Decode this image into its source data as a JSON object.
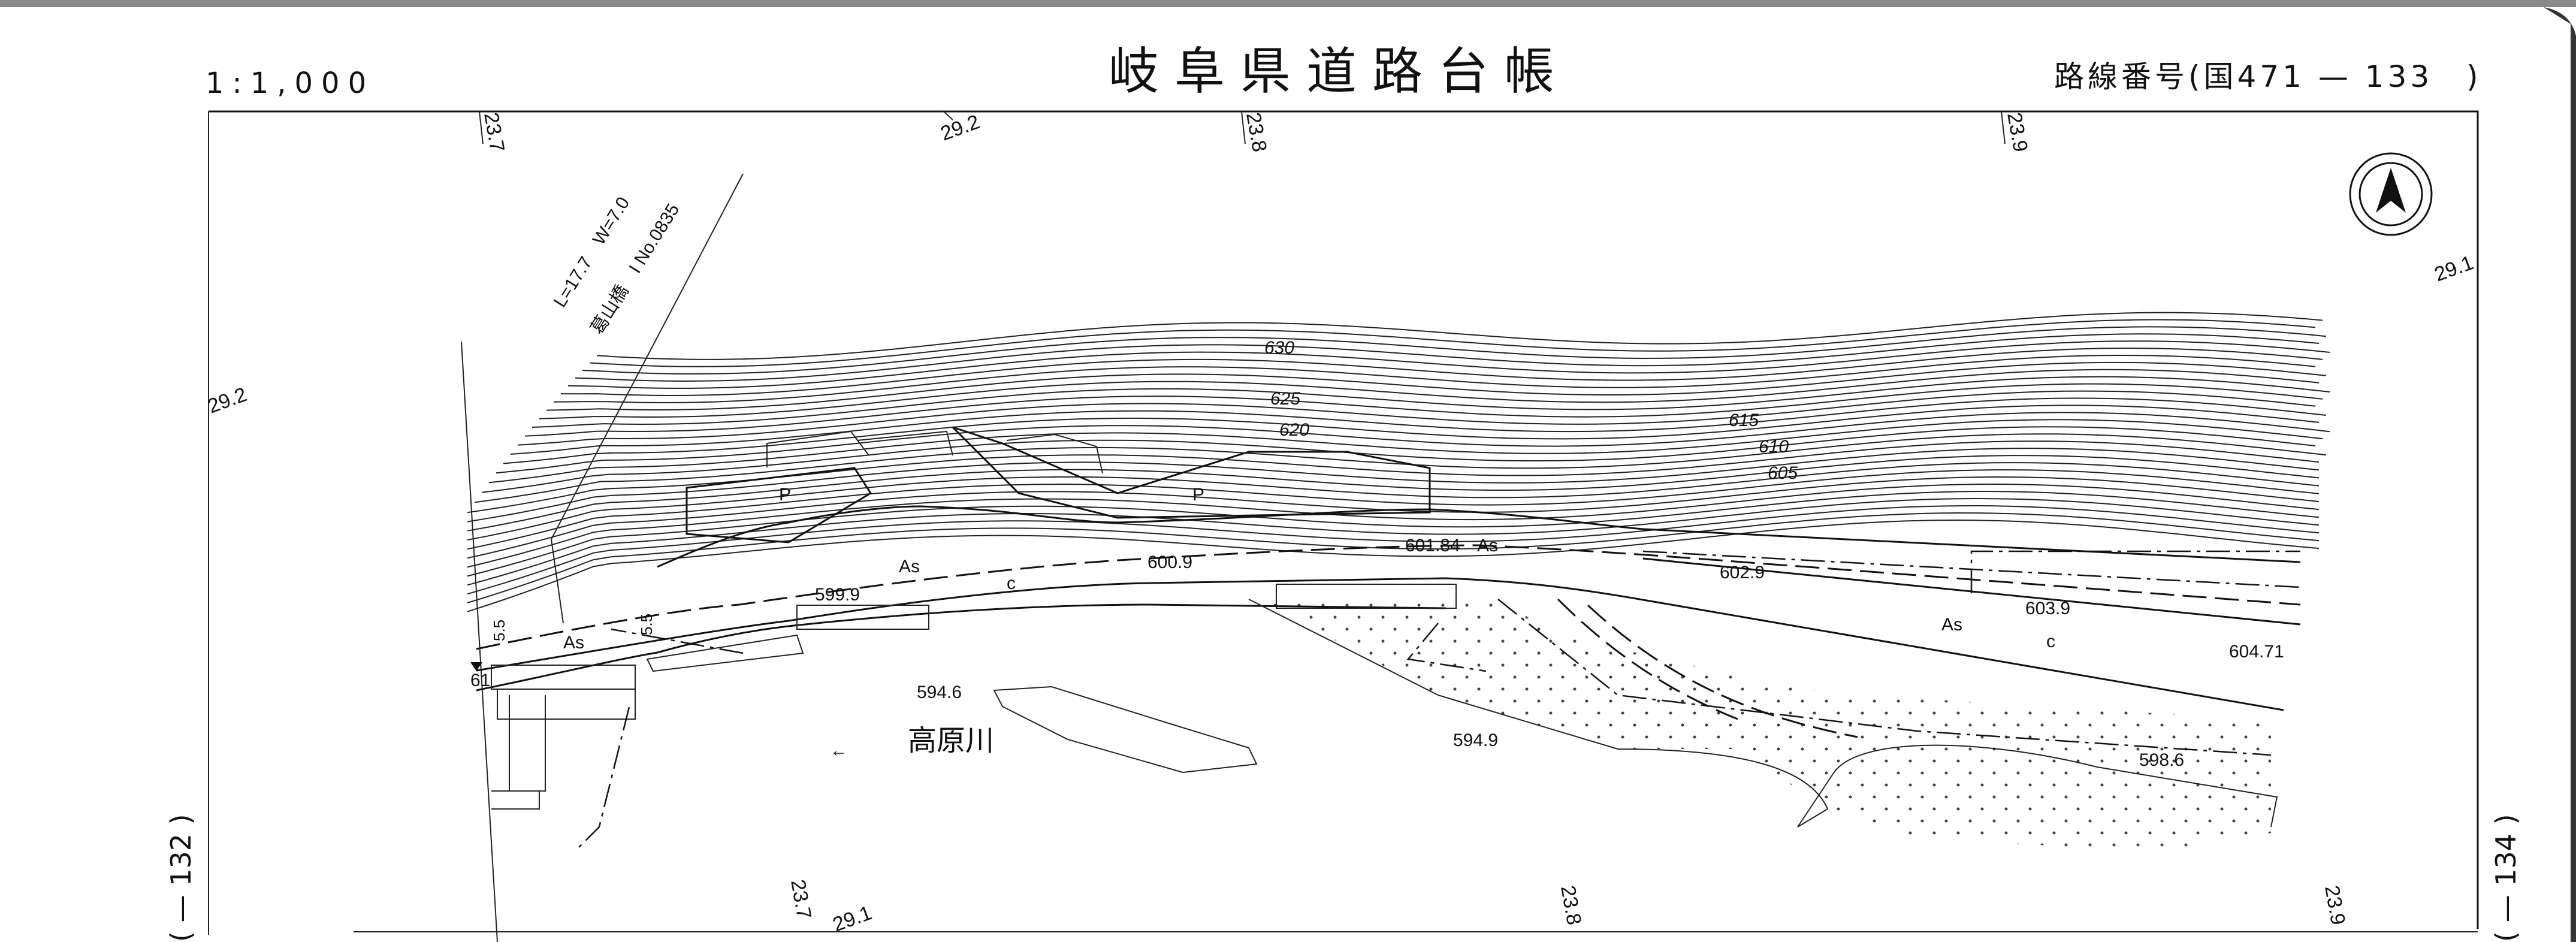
{
  "header": {
    "scale": "1:1,000",
    "title": "岐阜県道路台帳",
    "route_label": "路線番号(国471 — 133　)"
  },
  "side_labels": {
    "left": "( — 132 )",
    "right": "( — 134 )"
  },
  "grid_labels": {
    "top": [
      "23.7",
      "29.2",
      "23.8",
      "23.9"
    ],
    "left": "29.2",
    "right": "29.1",
    "bottom": [
      "23.7",
      "29.1",
      "23.8",
      "23.9"
    ]
  },
  "bridge": {
    "dimensions": "L=17.7　W=7.0",
    "name": "葛山橋　I No.0835"
  },
  "contours": [
    "630",
    "625",
    "620",
    "615",
    "610",
    "605"
  ],
  "elevations": [
    "599.9",
    "600.9",
    "601.84",
    "602.9",
    "603.9",
    "604.71",
    "594.6",
    "594.9",
    "598.6"
  ],
  "surface_labels": [
    "As",
    "As",
    "As",
    "As"
  ],
  "curb_labels": [
    "c",
    "c"
  ],
  "patch_labels": [
    "P",
    "P"
  ],
  "width_labels": [
    "5.5",
    "5.5"
  ],
  "benchmark": "61",
  "river": {
    "name": "高原川",
    "arrow": "←"
  },
  "colors": {
    "ink": "#111111",
    "paper": "#ffffff"
  }
}
